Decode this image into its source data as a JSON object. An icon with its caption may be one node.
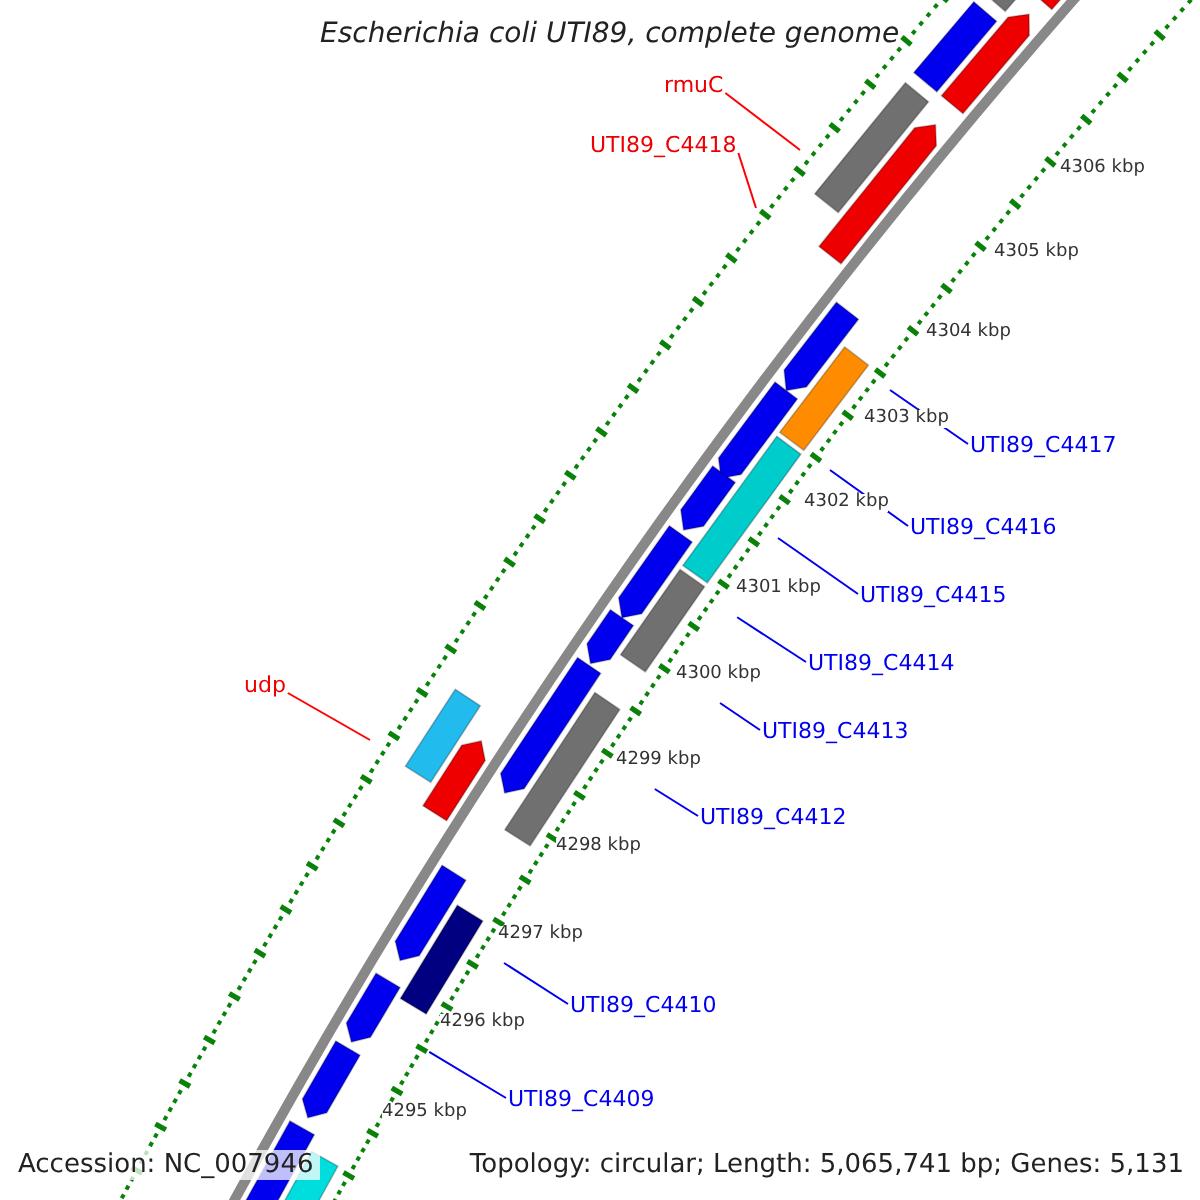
{
  "diagram": {
    "title": "Escherichia coli UTI89, complete genome",
    "nodes": [
      {
        "text": [
          "rmuC"
        ]
      },
      {
        "text": [
          "UTI89_C4418"
        ]
      },
      {
        "text": [
          "udp"
        ]
      },
      {
        "text": [
          "UTI89_C4417"
        ]
      },
      {
        "text": [
          "UTI89_C4416"
        ]
      },
      {
        "text": [
          "UTI89_C4415"
        ]
      },
      {
        "text": [
          "UTI89_C4414"
        ]
      },
      {
        "text": [
          "UTI89_C4413"
        ]
      },
      {
        "text": [
          "UTI89_C4412"
        ]
      },
      {
        "text": [
          "UTI89_C4410"
        ]
      },
      {
        "text": [
          "UTI89_C4409"
        ]
      }
    ],
    "edges": [
      {
        "from": 0,
        "to": null,
        "arrow": "none",
        "color": "#ff0000"
      },
      {
        "from": 1,
        "to": null,
        "arrow": "none",
        "color": "#ff0000"
      },
      {
        "from": 2,
        "to": null,
        "arrow": "none",
        "color": "#ff0000"
      },
      {
        "from": 3,
        "to": null,
        "arrow": "none"
      },
      {
        "from": 4,
        "to": null,
        "arrow": "none"
      },
      {
        "from": 5,
        "to": null,
        "arrow": "none"
      },
      {
        "from": 6,
        "to": null,
        "arrow": "none"
      },
      {
        "from": 7,
        "to": null,
        "arrow": "none"
      },
      {
        "from": 8,
        "to": null,
        "arrow": "none"
      },
      {
        "from": 9,
        "to": null,
        "arrow": "none"
      },
      {
        "from": 10,
        "to": null,
        "arrow": "none"
      }
    ],
    "labels": [
      "4306 kbp",
      "4305 kbp",
      "4304 kbp",
      "4303 kbp",
      "4302 kbp",
      "4301 kbp",
      "4300 kbp",
      "4299 kbp",
      "4298 kbp",
      "4297 kbp",
      "4296 kbp",
      "4295 kbp",
      "Accession: NC_007946",
      "Topology: circular; Length: 5,065,741 bp; Genes: 5,131"
    ]
  }
}
